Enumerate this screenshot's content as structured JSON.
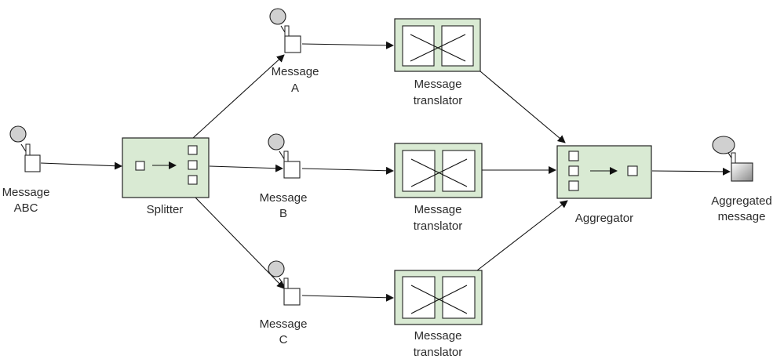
{
  "nodes": {
    "message_abc": {
      "line1": "Message",
      "line2": "ABC"
    },
    "splitter": {
      "label": "Splitter"
    },
    "message_a": {
      "line1": "Message",
      "line2": "A"
    },
    "message_b": {
      "line1": "Message",
      "line2": "B"
    },
    "message_c": {
      "line1": "Message",
      "line2": "C"
    },
    "translator_a": {
      "line1": "Message",
      "line2": "translator"
    },
    "translator_b": {
      "line1": "Message",
      "line2": "translator"
    },
    "translator_c": {
      "line1": "Message",
      "line2": "translator"
    },
    "aggregator": {
      "label": "Aggregator"
    },
    "aggregated": {
      "line1": "Aggregated",
      "line2": "message"
    }
  },
  "icons": {
    "message": "message-icon",
    "splitter": "splitter-icon",
    "translator": "translator-icon",
    "aggregator": "aggregator-icon"
  },
  "colors": {
    "component_fill": "#d9ead3",
    "stroke": "#222222",
    "text": "#2b2b2b"
  }
}
